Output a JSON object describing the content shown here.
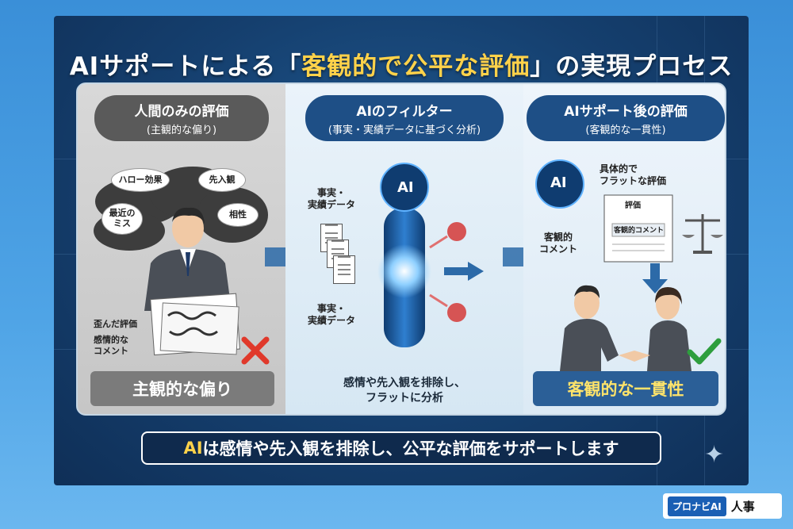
{
  "title": {
    "prefix": "AIサポートによる「",
    "highlight": "客観的で公平な評価",
    "suffix": "」の実現プロセス"
  },
  "columns": {
    "left": {
      "heading_line1": "人間のみの評価",
      "heading_line2": "(主観的な偏り)",
      "bubbles": [
        "ハロー効果",
        "先入観",
        "最近の\nミス",
        "相性"
      ],
      "label_distorted": "歪んだ評価",
      "label_emotional": "感情的な\nコメント",
      "result": "主観的な偏り"
    },
    "middle": {
      "heading_line1": "AIのフィルター",
      "heading_line2": "(事実・実績データに基づく分析)",
      "ai_label": "AI",
      "label_data_top": "事実・\n実績データ",
      "label_data_bottom": "事実・\n実績データ",
      "note": "感情や先入観を排除し、\nフラットに分析"
    },
    "right": {
      "heading_line1": "AIサポート後の評価",
      "heading_line2": "(客観的な一貫性)",
      "ai_label": "AI",
      "label_flat": "具体的で\nフラットな評価",
      "doc_title": "評価",
      "doc_comment": "客観的コメント",
      "label_objective": "客観的\nコメント",
      "result": "客観的な一貫性"
    }
  },
  "footer": {
    "ai": "AI",
    "text": "は感情や先入観を排除し、公平な評価をサポートします"
  },
  "brand": {
    "tag": "プロナビAI",
    "text": "人事"
  },
  "colors": {
    "title_highlight": "#ffd24a",
    "panel_bg": "#eef4f8",
    "head_gray": "#5a5a5a",
    "head_blue": "#1e4f86",
    "cross": "#e0392b",
    "check": "#2e9e3e"
  },
  "icons": [
    "cross-icon",
    "check-icon",
    "scales-icon",
    "ai-brain-icon",
    "arrow-right-icon",
    "arrow-down-icon",
    "document-icon",
    "sparkle-icon"
  ]
}
